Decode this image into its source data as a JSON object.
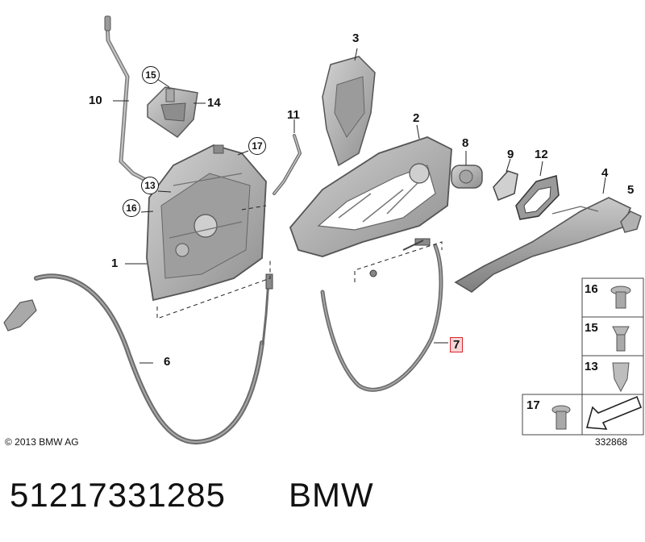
{
  "callouts": [
    {
      "label": "1",
      "style": "plain"
    },
    {
      "label": "2",
      "style": "plain"
    },
    {
      "label": "3",
      "style": "plain"
    },
    {
      "label": "4",
      "style": "plain"
    },
    {
      "label": "5",
      "style": "plain"
    },
    {
      "label": "6",
      "style": "plain"
    },
    {
      "label": "7",
      "style": "highlighted"
    },
    {
      "label": "8",
      "style": "plain"
    },
    {
      "label": "9",
      "style": "plain"
    },
    {
      "label": "10",
      "style": "plain"
    },
    {
      "label": "11",
      "style": "plain"
    },
    {
      "label": "12",
      "style": "plain"
    },
    {
      "label": "13",
      "style": "circled"
    },
    {
      "label": "14",
      "style": "plain"
    },
    {
      "label": "15",
      "style": "circled"
    },
    {
      "label": "16",
      "style": "circled"
    },
    {
      "label": "17",
      "style": "circled"
    }
  ],
  "legend": {
    "items": [
      "16",
      "15",
      "13",
      "17"
    ]
  },
  "copyright": "© 2013 BMW AG",
  "diagram_id": "332868",
  "caption": {
    "part_number": "51217331285",
    "brand": "BMW"
  },
  "colors": {
    "part_fill": "#b9b9b9",
    "part_dark": "#7c7c7c",
    "highlight_border": "#d9262e",
    "highlight_fill": "#f7d6d6"
  }
}
